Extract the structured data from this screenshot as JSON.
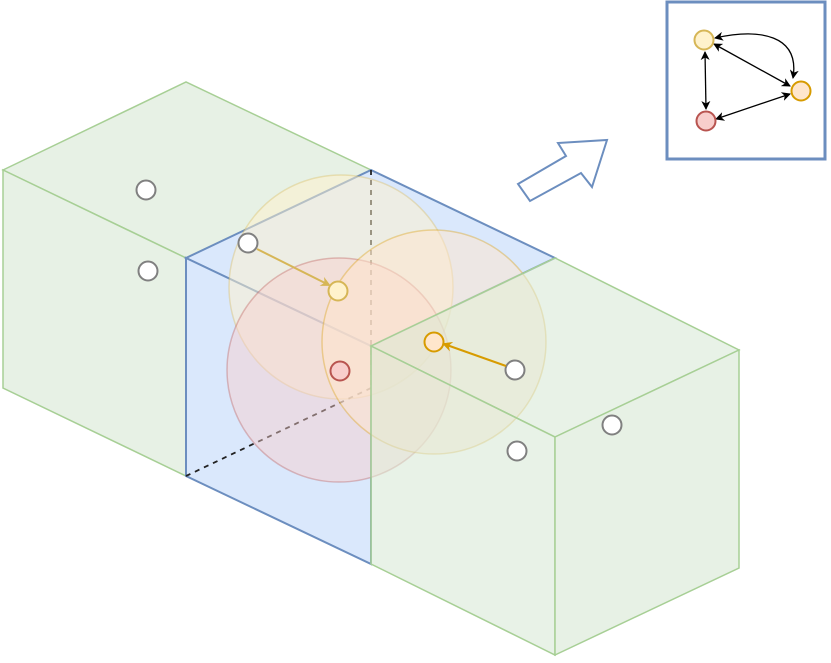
{
  "colors": {
    "green_fill": "#d5e8d4",
    "green_stroke": "#82b366",
    "blue_fill": "#dae8fc",
    "blue_stroke": "#6c8ebf",
    "yellow_fill": "#fff2cc",
    "yellow_stroke": "#d6b656",
    "orange_fill": "#ffe6cc",
    "orange_stroke": "#d79b00",
    "red_fill": "#f8cecc",
    "red_stroke": "#b85450",
    "grey_stroke": "#808080",
    "edge_dark": "#222222"
  },
  "icons": {
    "transform_arrow": "hollow-arrow-icon"
  },
  "scene": {
    "background_nodes": 6,
    "neighborhood_nodes": [
      "yellow",
      "orange",
      "red"
    ],
    "graph_nodes": [
      "yellow",
      "orange",
      "red"
    ],
    "graph_edges": [
      [
        "yellow",
        "orange"
      ],
      [
        "yellow",
        "red"
      ],
      [
        "red",
        "orange"
      ]
    ]
  }
}
